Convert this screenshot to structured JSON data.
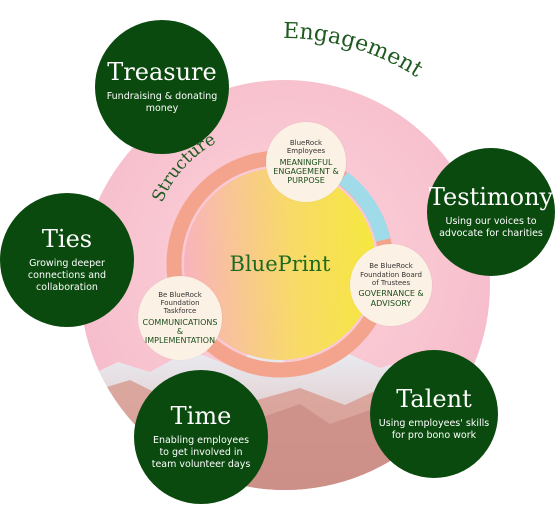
{
  "outer_label": "Engagement",
  "inner_label": "Structure",
  "center": {
    "title": "BluePrint"
  },
  "pillars": [
    {
      "title": "Treasure",
      "desc": "Fundraising & donating\nmoney"
    },
    {
      "title": "Testimony",
      "desc": "Using our voices to\nadvocate for charities"
    },
    {
      "title": "Talent",
      "desc": "Using employees' skills\nfor pro bono work"
    },
    {
      "title": "Time",
      "desc": "Enabling employees\nto get involved in\nteam volunteer days"
    },
    {
      "title": "Ties",
      "desc": "Growing deeper\nconnections and\ncollaboration"
    }
  ],
  "nodes": [
    {
      "org": "BlueRock\nEmployees",
      "role": "MEANINGFUL\nENGAGEMENT &\nPURPOSE"
    },
    {
      "org": "Be BlueRock\nFoundation Board\nof Trustees",
      "role": "GOVERNANCE &\nADVISORY"
    },
    {
      "org": "Be BlueRock\nFoundation\nTaskforce",
      "role": "COMMUNICATIONS\n& IMPLEMENTATION"
    }
  ],
  "colors": {
    "pillar_fill": "#0b4a0f",
    "label_green": "#1f5a20",
    "outer_circle": "#f9c7d2",
    "ring_salmon": "#f4a48c",
    "ring_cyan": "#9fdbe8",
    "center_yellow": "#f6e544",
    "center_pink": "#f9b5be",
    "node_fill": "#fbf1e4"
  }
}
